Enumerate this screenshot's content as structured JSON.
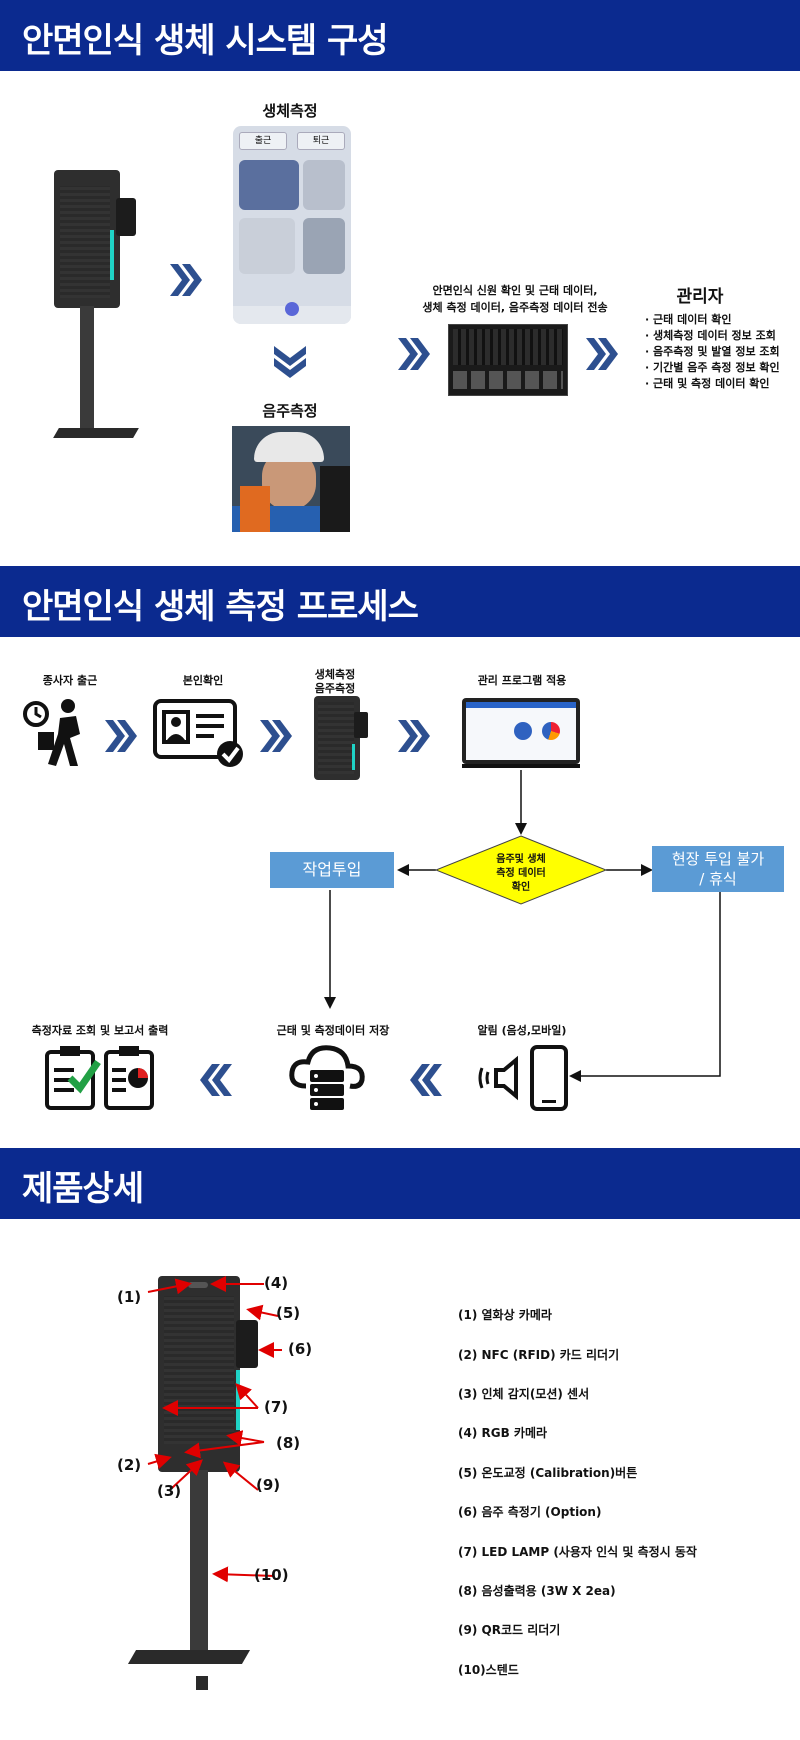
{
  "sections": {
    "system_title": "안면인식 생체 시스템 구성",
    "process_title": "안면인식 생체 측정 프로세스",
    "product_title": "제품상세"
  },
  "system": {
    "bio_label": "생체측정",
    "phone_btn_in": "출근",
    "phone_btn_out": "퇴근",
    "alcohol_label": "음주측정",
    "transmit_line1": "안면인식 신원 확인 및 근태 데이터,",
    "transmit_line2": "생체 측정 데이터, 음주측정 데이터 전송",
    "admin_title": "관리자",
    "admin_items": [
      "근태 데이터 확인",
      "생체측정 데이터 정보 조회",
      "음주측정 및 발열 정보 조회",
      "기간별 음주 측정 정보 확인",
      "근태 및 측정 데이터 확인"
    ]
  },
  "process": {
    "step1": "종사자 출근",
    "step2": "본인확인",
    "step3_line1": "생체측정",
    "step3_line2": "음주측정",
    "step4": "관리 프로그램 적용",
    "decision_line1": "음주및 생체",
    "decision_line2": "측정 데이터",
    "decision_line3": "확인",
    "work": "작업투입",
    "rest_line1": "현장 투입 불가",
    "rest_line2": "/ 휴식",
    "alarm": "알림 (음성,모바일)",
    "store": "근태 및 측정데이터 저장",
    "report": "측정자료 조회 및 보고서 출력"
  },
  "product": {
    "callouts": [
      "(1)",
      "(2)",
      "(3)",
      "(4)",
      "(5)",
      "(6)",
      "(7)",
      "(8)",
      "(9)",
      "(10)"
    ],
    "specs": [
      "(1) 열화상 카메라",
      "(2) NFC (RFID) 카드 리더기",
      "(3) 인체 감지(모션) 센서",
      "(4) RGB 카메라",
      "(5) 온도교정 (Calibration)버튼",
      "(6) 음주 측정기 (Option)",
      "(7) LED LAMP (사용자 인식 및 측정시 동작",
      "(8) 음성출력용 (3W X 2ea)",
      "(9) QR코드 리더기",
      "(10)스텐드"
    ]
  },
  "colors": {
    "band": "#0b2a8f",
    "chevron": "#2d4f8f",
    "process_box": "#5b9bd5",
    "decision": "#ffff00",
    "arrow_red": "#e00000"
  }
}
